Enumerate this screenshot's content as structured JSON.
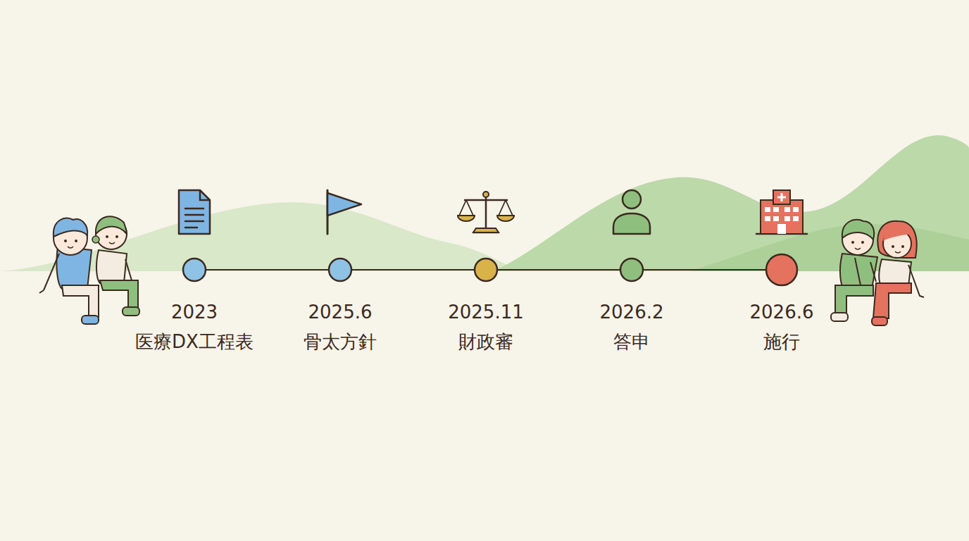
{
  "diagram": {
    "nodes": [
      {
        "text": [
          "2023",
          "医療DX工程表"
        ]
      },
      {
        "text": [
          "2025.6",
          "骨太方針"
        ]
      },
      {
        "text": [
          "2025.11",
          "財政審"
        ]
      },
      {
        "text": [
          "2026.2",
          "答申"
        ]
      },
      {
        "text": [
          "2026.6",
          "施行"
        ]
      }
    ],
    "edges": [
      {
        "from": 0,
        "to": 1,
        "arrow": "none"
      },
      {
        "from": 1,
        "to": 2,
        "arrow": "none"
      },
      {
        "from": 2,
        "to": 3,
        "arrow": "none"
      },
      {
        "from": 3,
        "to": 4,
        "arrow": "none"
      }
    ]
  }
}
